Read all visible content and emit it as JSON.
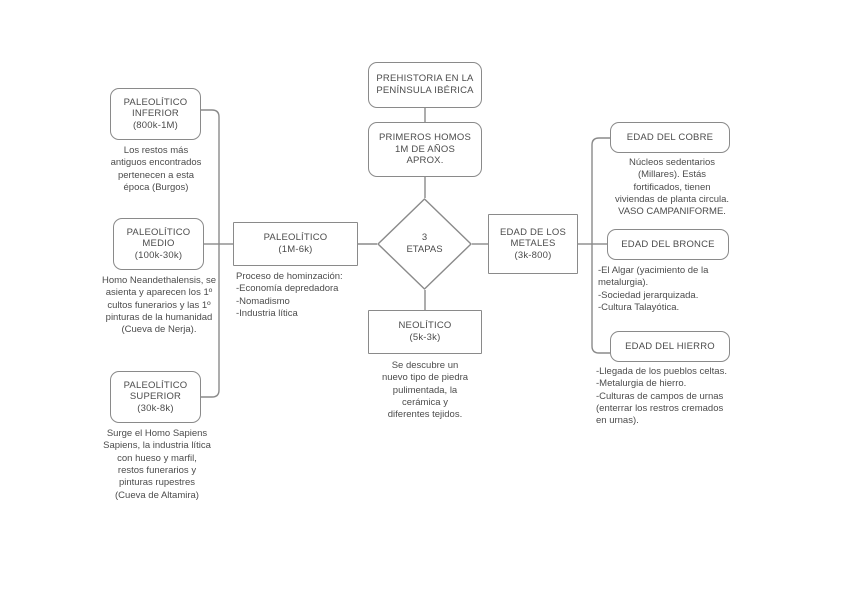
{
  "diagram": {
    "title": "PREHISTORIA EN LA PENÍNSULA IBÉRICA",
    "stroke_color": "#8a8a8a",
    "text_color": "#4c4c4c",
    "background_color": "#ffffff",
    "type": "flowchart"
  },
  "nodes": {
    "root": {
      "label": "PREHISTORIA EN LA\nPENÍNSULA IBÉRICA"
    },
    "primeros_homos": {
      "label": "PRIMEROS HOMOS\n1M DE AÑOS\nAPROX."
    },
    "etapas": {
      "label": "3\nETAPAS"
    },
    "paleolitico": {
      "label": "PALEOLÍTICO\n(1M-6k)"
    },
    "neolitico": {
      "label": "NEOLÍTICO\n(5k-3k)"
    },
    "edad_metales": {
      "label": "EDAD DE LOS\nMETALES\n(3k-800)"
    },
    "paleo_inferior": {
      "label": "PALEOLÍTICO\nINFERIOR\n(800k-1M)"
    },
    "paleo_medio": {
      "label": "PALEOLÍTICO\nMEDIO\n(100k-30k)"
    },
    "paleo_superior": {
      "label": "PALEOLÍTICO\nSUPERIOR\n(30k-8k)"
    },
    "edad_cobre": {
      "label": "EDAD DEL COBRE"
    },
    "edad_bronce": {
      "label": "EDAD DEL BRONCE"
    },
    "edad_hierro": {
      "label": "EDAD DEL HIERRO"
    }
  },
  "notes": {
    "paleo_inferior": "Los restos más\nantiguos encontrados\npertenecen a esta\népoca (Burgos)",
    "paleo_medio": "Homo Neandethalensis, se\nasienta y aparecen los 1º\ncultos funerarios y las 1º\npinturas de la humanidad\n(Cueva de Nerja).",
    "paleo_superior": "Surge el Homo Sapiens\nSapiens, la industria lítica\ncon hueso y marfil,\nrestos funerarios y\npinturas rupestres\n(Cueva de Altamira)",
    "paleolitico": "Proceso de hominzación:\n-Economía depredadora\n-Nomadismo\n-Industria lítica",
    "neolitico": "Se descubre un\nnuevo tipo de piedra\npulimentada, la\ncerámica y\ndiferentes tejidos.",
    "edad_cobre": "Núcleos sedentarios\n(Millares). Estás\nfortificados, tienen\nviviendas de planta circula.\nVASO CAMPANIFORME.",
    "edad_bronce": "-El Algar (yacimiento de la\nmetalurgia).\n-Sociedad jerarquizada.\n-Cultura Talayótica.",
    "edad_hierro": "-Llegada de los pueblos celtas.\n-Metalurgia de hierro.\n-Culturas de campos de urnas\n(enterrar los restros cremados\nen urnas)."
  }
}
